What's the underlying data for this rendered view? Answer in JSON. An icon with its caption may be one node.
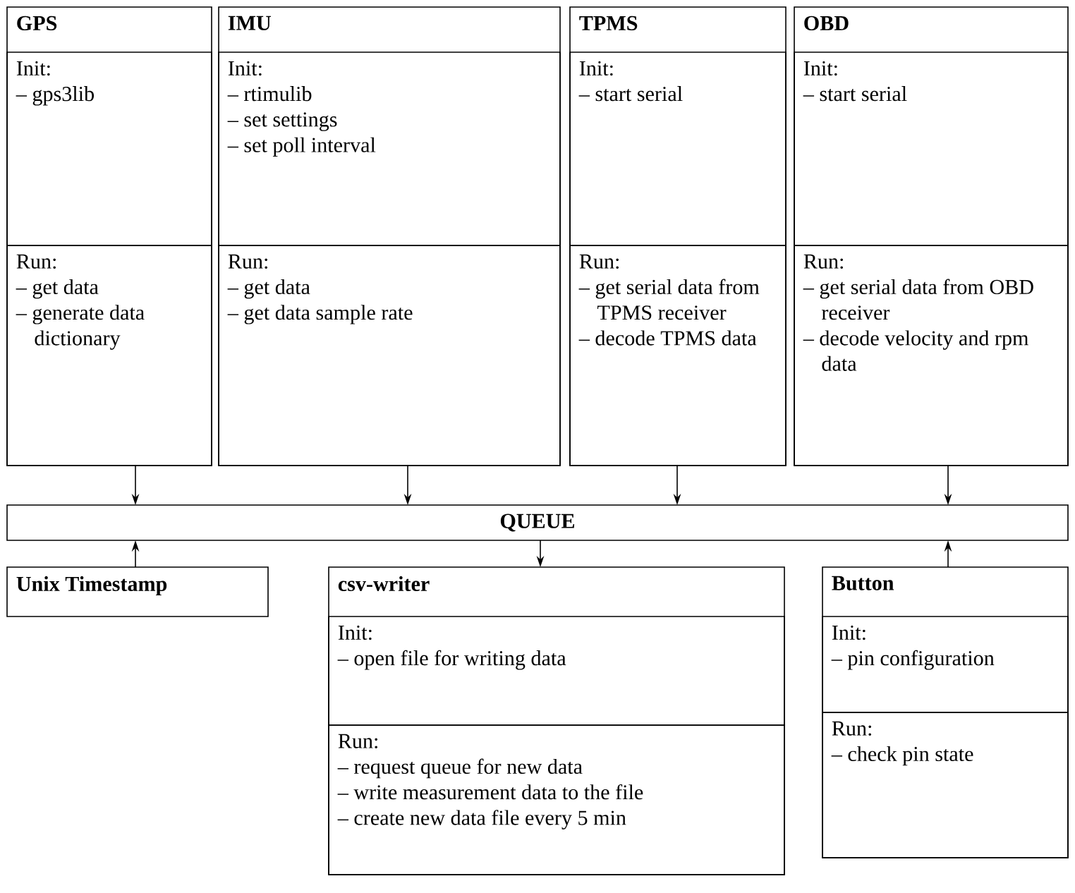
{
  "diagram": {
    "nodes": [
      {
        "text": [
          "GPS"
        ]
      },
      {
        "text": [
          "Init:",
          "– gps3lib"
        ],
        "in": 0
      },
      {
        "text": [
          "Run:",
          "– get data",
          "– generate data dictionary"
        ],
        "in": 0
      },
      {
        "text": [
          "IMU"
        ]
      },
      {
        "text": [
          "Init:",
          "– rtimulib",
          "– set settings",
          "– set poll interval"
        ],
        "in": 3
      },
      {
        "text": [
          "Run:",
          "– get data",
          "– get data sample rate"
        ],
        "in": 3
      },
      {
        "text": [
          "TPMS"
        ]
      },
      {
        "text": [
          "Init:",
          "– start serial"
        ],
        "in": 6
      },
      {
        "text": [
          "Run:",
          "– get serial data from TPMS receiver",
          "– decode TPMS data"
        ],
        "in": 6
      },
      {
        "text": [
          "OBD"
        ]
      },
      {
        "text": [
          "Init:",
          "– start serial"
        ],
        "in": 9
      },
      {
        "text": [
          "Run:",
          "– get serial data from OBD receiver",
          "– decode velocity and rpm data"
        ],
        "in": 9
      },
      {
        "text": [
          "QUEUE"
        ]
      },
      {
        "text": [
          "Unix Timestamp"
        ]
      },
      {
        "text": [
          "csv-writer"
        ]
      },
      {
        "text": [
          "Init:",
          "– open file for writing data"
        ],
        "in": 14
      },
      {
        "text": [
          "Run:",
          "– request queue for new data",
          "– write measurement data to the file",
          "– create new data file every 5 min"
        ],
        "in": 14
      },
      {
        "text": [
          "Button"
        ]
      },
      {
        "text": [
          "Init:",
          "– pin configuration"
        ],
        "in": 17
      },
      {
        "text": [
          "Run:",
          "– check pin state"
        ],
        "in": 17
      }
    ],
    "edges": [
      {
        "from": 0,
        "to": 12,
        "arrow": "to"
      },
      {
        "from": 3,
        "to": 12,
        "arrow": "to"
      },
      {
        "from": 6,
        "to": 12,
        "arrow": "to"
      },
      {
        "from": 9,
        "to": 12,
        "arrow": "to"
      },
      {
        "from": 13,
        "to": 12,
        "arrow": "to"
      },
      {
        "from": 12,
        "to": 14,
        "arrow": "to"
      },
      {
        "from": 17,
        "to": 12,
        "arrow": "to"
      }
    ]
  }
}
